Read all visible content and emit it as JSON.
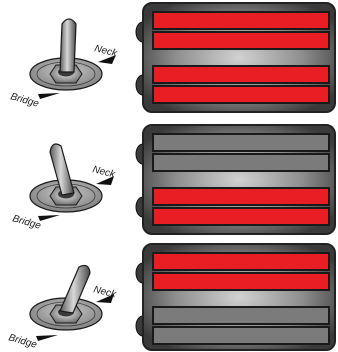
{
  "diagram": {
    "labels": {
      "neck": "Neck",
      "bridge": "Bridge"
    },
    "colors": {
      "coil_active": "#e81e24",
      "coil_inactive": "#7b7b7b",
      "pickup_frame": "#2b2b2b",
      "switch_metal": "#8a8a8a"
    },
    "panels": [
      {
        "position": "middle",
        "neck_active": true,
        "bridge_active": true
      },
      {
        "position": "bridge",
        "neck_active": false,
        "bridge_active": true
      },
      {
        "position": "neck",
        "neck_active": true,
        "bridge_active": false
      }
    ]
  }
}
